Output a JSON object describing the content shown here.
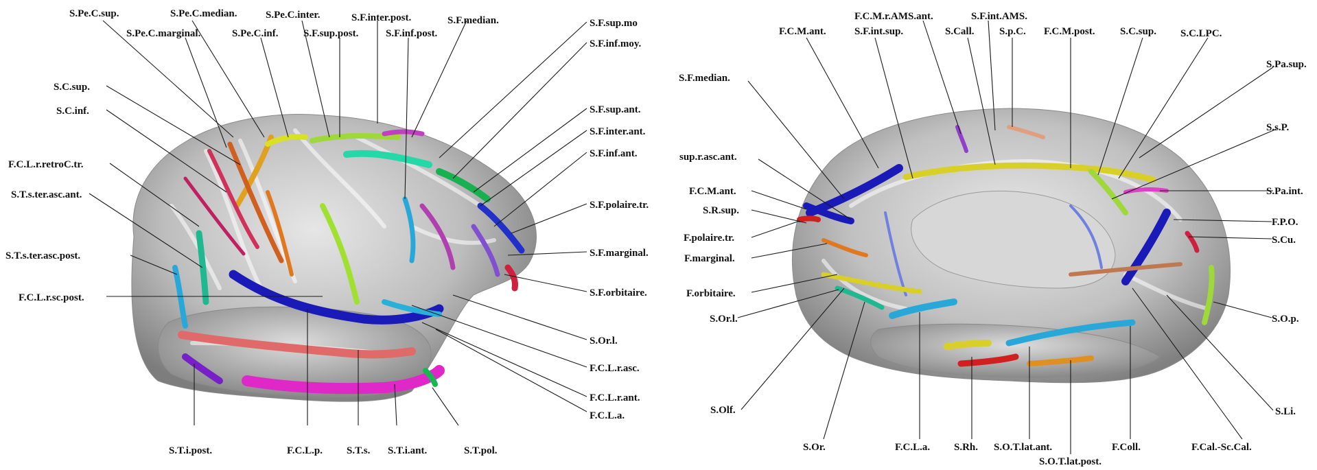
{
  "left_view": {
    "labels": [
      "S.Pe.C.sup.",
      "S.Pe.C.median.",
      "S.Pe.C.inter.",
      "S.F.inter.post.",
      "S.F.median.",
      "S.Pe.C.marginal.",
      "S.Pe.C.inf.",
      "S.F.sup.post.",
      "S.F.inf.post.",
      "S.F.sup.mo",
      "S.F.inf.moy.",
      "S.C.sup.",
      "S.C.inf.",
      "S.F.sup.ant.",
      "S.F.inter.ant.",
      "S.F.inf.ant.",
      "F.C.L.r.retroC.tr.",
      "S.T.s.ter.asc.ant.",
      "S.F.polaire.tr.",
      "S.F.marginal.",
      "S.T.s.ter.asc.post.",
      "F.C.L.r.sc.post.",
      "S.F.orbitaire.",
      "S.Or.l.",
      "F.C.L.r.asc.",
      "F.C.L.r.ant.",
      "F.C.L.a.",
      "S.T.i.post.",
      "F.C.L.p.",
      "S.T.s.",
      "S.T.i.ant.",
      "S.T.pol."
    ]
  },
  "right_view": {
    "labels": [
      "F.C.M.r.AMS.ant.",
      "S.F.int.AMS.",
      "F.C.M.ant.",
      "S.F.int.sup.",
      "S.Call.",
      "S.p.C.",
      "F.C.M.post.",
      "S.C.sup.",
      "S.C.LPC.",
      "S.F.median.",
      "S.Pa.sup.",
      "S.s.P.",
      "sup.r.asc.ant.",
      "F.C.M.ant.",
      "S.Pa.int.",
      "S.R.sup.",
      "F.P.O.",
      "F.polaire.tr.",
      "S.Cu.",
      "F.marginal.",
      "F.orbitaire.",
      "S.Or.l.",
      "S.O.p.",
      "S.Olf.",
      "S.Li.",
      "S.Or.",
      "F.C.L.a.",
      "S.Rh.",
      "S.O.T.lat.ant.",
      "F.Coll.",
      "F.Cal.-Sc.Cal.",
      "S.O.T.lat.post."
    ]
  },
  "colors": {
    "background": "#ffffff",
    "cortex": "#a8a8a8",
    "cortex_light": "#e2e2e2",
    "label_text": "#111111",
    "leader": "#1a1a1a"
  }
}
